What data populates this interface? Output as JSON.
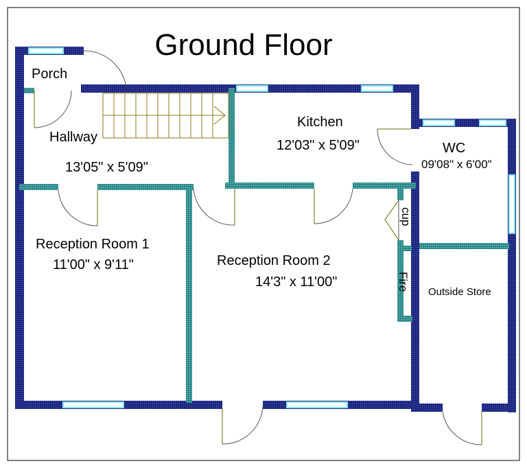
{
  "title": "Ground Floor",
  "rooms": {
    "porch": {
      "name": "Porch"
    },
    "hallway": {
      "name": "Hallway",
      "size": "13'05\" x 5'09\""
    },
    "kitchen": {
      "name": "Kitchen",
      "size": "12'03\" x 5'09\""
    },
    "wc": {
      "name": "WC",
      "size": "09'08\" x 6'00\""
    },
    "reception1": {
      "name": "Reception Room 1",
      "size": "11'00\" x 9'11\""
    },
    "reception2": {
      "name": "Reception Room 2",
      "size": "14'3\" x 11'00\""
    },
    "cupboard": {
      "name": "cup"
    },
    "fireplace": {
      "name": "Fire"
    },
    "outside_store": {
      "name": "Outside Store"
    }
  },
  "colors": {
    "outer_wall": "#1a237e",
    "inner_wall": "#2e8b8b",
    "window": "#7fe8f0",
    "door": "#6b6b00",
    "border": "#000000"
  }
}
